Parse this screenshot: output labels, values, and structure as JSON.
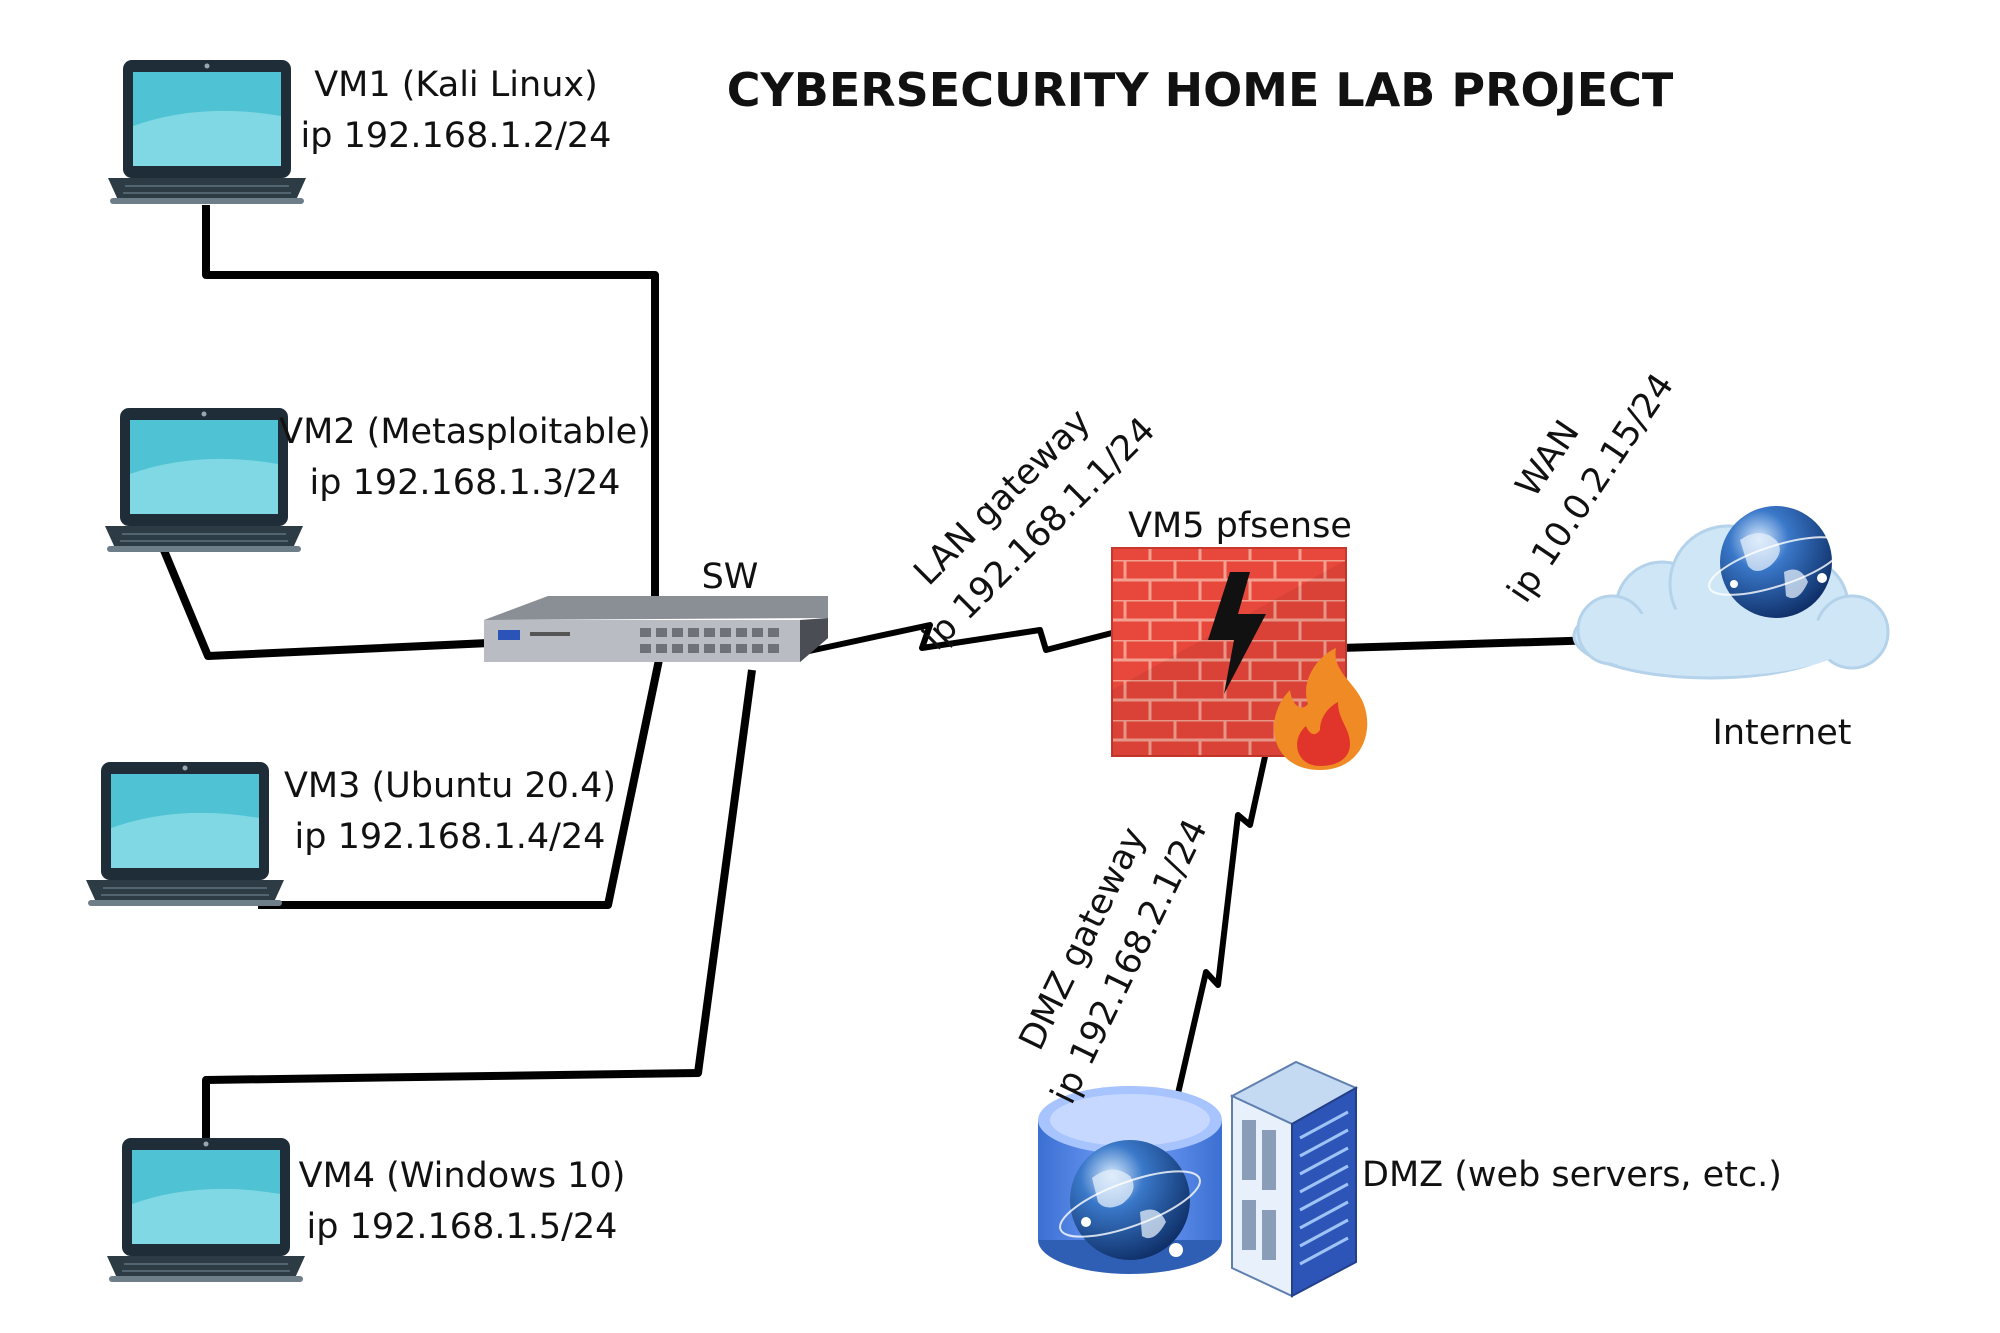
{
  "title": "CYBERSECURITY HOME LAB PROJECT",
  "hosts": [
    {
      "name": "VM1 (Kali Linux)",
      "ip": "ip 192.168.1.2/24"
    },
    {
      "name": "VM2 (Metasploitable)",
      "ip": "ip 192.168.1.3/24"
    },
    {
      "name": "VM3 (Ubuntu 20.4)",
      "ip": "ip 192.168.1.4/24"
    },
    {
      "name": "VM4 (Windows 10)",
      "ip": "ip 192.168.1.5/24"
    }
  ],
  "switch": {
    "label": "SW"
  },
  "lan_link": {
    "name": "LAN gateway",
    "ip": "ip 192.168.1.1/24"
  },
  "firewall": {
    "label": "VM5 pfsense"
  },
  "wan_link": {
    "name": "WAN",
    "ip": "ip 10.0.2.15/24"
  },
  "internet": {
    "label": "Internet"
  },
  "dmz_link": {
    "name": "DMZ gateway",
    "ip": "ip 192.168.2.1/24"
  },
  "dmz": {
    "label": "DMZ (web servers, etc.)"
  },
  "colors": {
    "screen": "#4fc3d3",
    "laptop_frame": "#1f2d38",
    "brick": "#e8473b",
    "cloud": "#cfe6f6"
  }
}
